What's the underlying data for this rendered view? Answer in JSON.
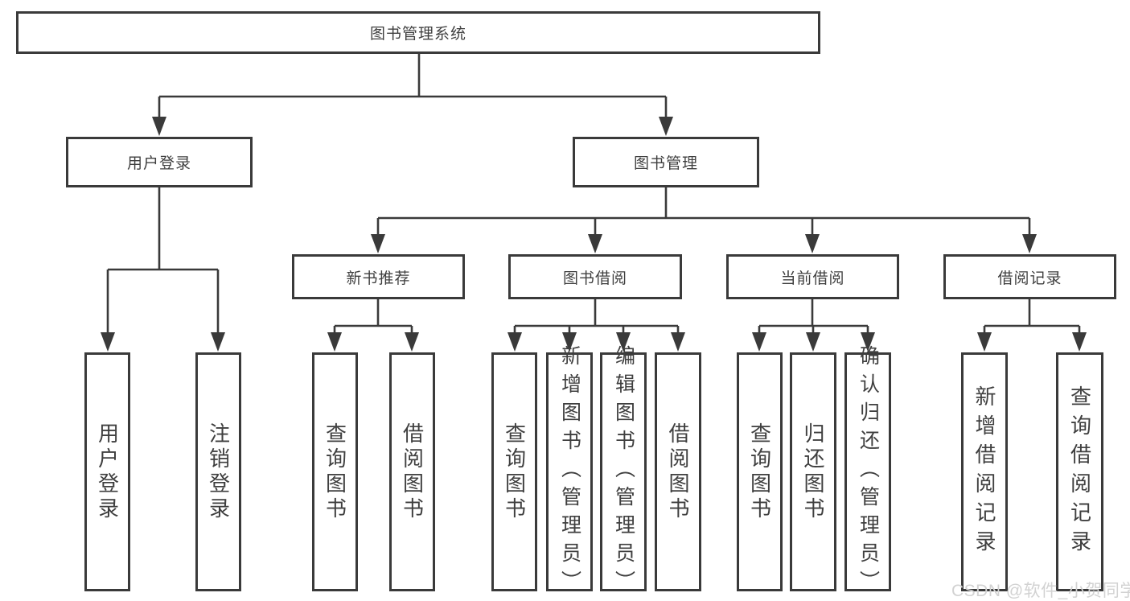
{
  "diagram": {
    "root": "图书管理系统",
    "branches": {
      "user_login": "用户登录",
      "book_mgmt": "图书管理"
    },
    "modules": {
      "new_books": "新书推荐",
      "book_borrow": "图书借阅",
      "current_borrow": "当前借阅",
      "borrow_records": "借阅记录"
    },
    "leaves": {
      "user_login": [
        "用户登录",
        "注销登录"
      ],
      "new_books": [
        "查询图书",
        "借阅图书"
      ],
      "book_borrow": [
        "查询图书",
        "新增图书（管理员）",
        "编辑图书（管理员）",
        "借阅图书"
      ],
      "current_borrow": [
        "查询图书",
        "归还图书",
        "确认归还（管理员）"
      ],
      "borrow_records": [
        "新增借阅记录",
        "查询借阅记录"
      ]
    }
  },
  "watermark": {
    "text": "CSDN @软件_小贺同学",
    "color": "#d2d2d2"
  },
  "colors": {
    "line": "#3a3a3a",
    "text": "#3f3f3f",
    "background": "#ffffff"
  }
}
